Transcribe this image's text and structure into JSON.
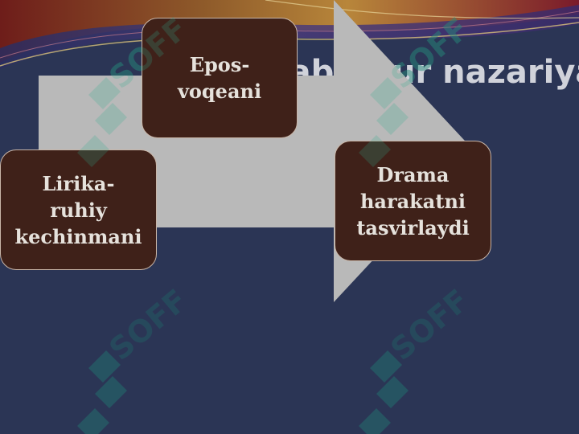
{
  "slide": {
    "title": "Adabiy tur nazariyasi"
  },
  "diagram": {
    "boxes": [
      {
        "lines": [
          "Epos-",
          "voqeani"
        ]
      },
      {
        "lines": [
          "Lirika-",
          "ruhiy",
          "kechinmani"
        ]
      },
      {
        "lines": [
          "Drama",
          "harakatni",
          "tasvirlaydi"
        ]
      }
    ]
  },
  "watermark": {
    "text": "SOFF",
    "icon": "soff-logo-icon"
  },
  "colors": {
    "background": "#2b3555",
    "arrow": "#b9b9b9",
    "box_fill": "#3f2119",
    "box_border": "#c9b6a8",
    "watermark": "#1f6f6a"
  }
}
